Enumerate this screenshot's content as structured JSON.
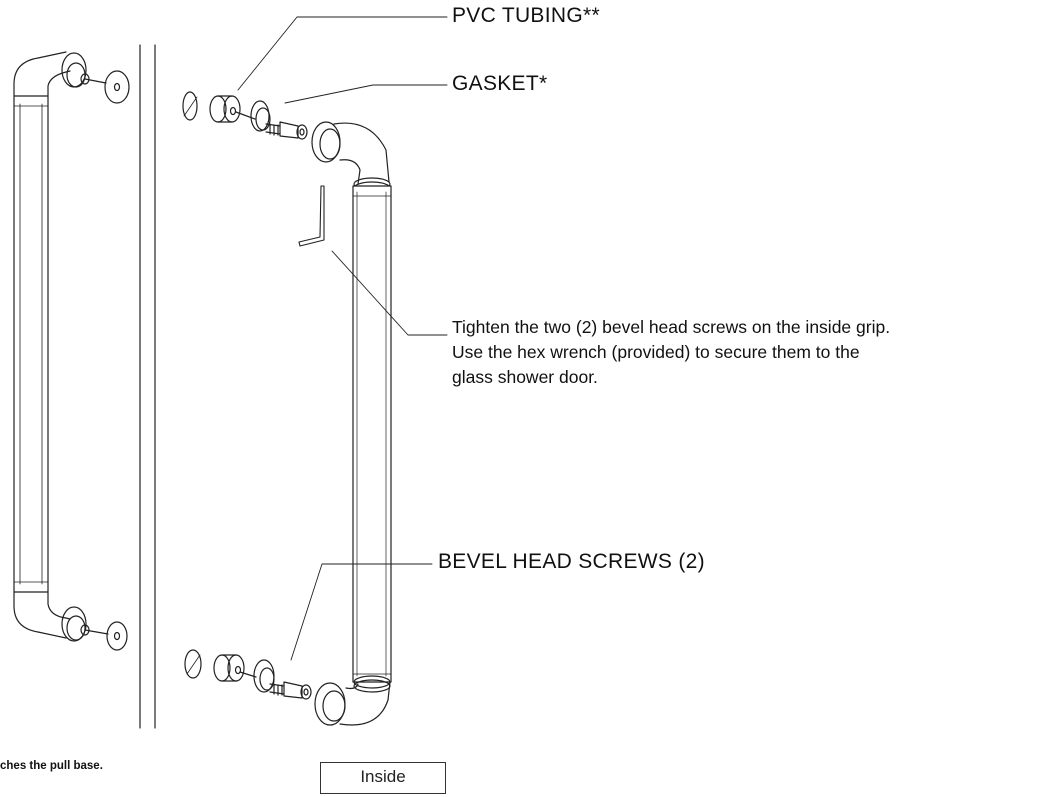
{
  "labels": {
    "pvc_tubing": "PVC TUBING**",
    "gasket": "GASKET*",
    "bevel_screws": "BEVEL HEAD SCREWS (2)"
  },
  "instruction": {
    "line1": "Tighten the two (2) bevel head screws on the inside grip.",
    "line2": "Use the hex wrench (provided) to secure them to the",
    "line3": "glass shower door."
  },
  "footnote": "ches the pull base.",
  "view_label": "Inside",
  "colors": {
    "ink": "#111111",
    "line": "#222222",
    "background": "#ffffff"
  }
}
